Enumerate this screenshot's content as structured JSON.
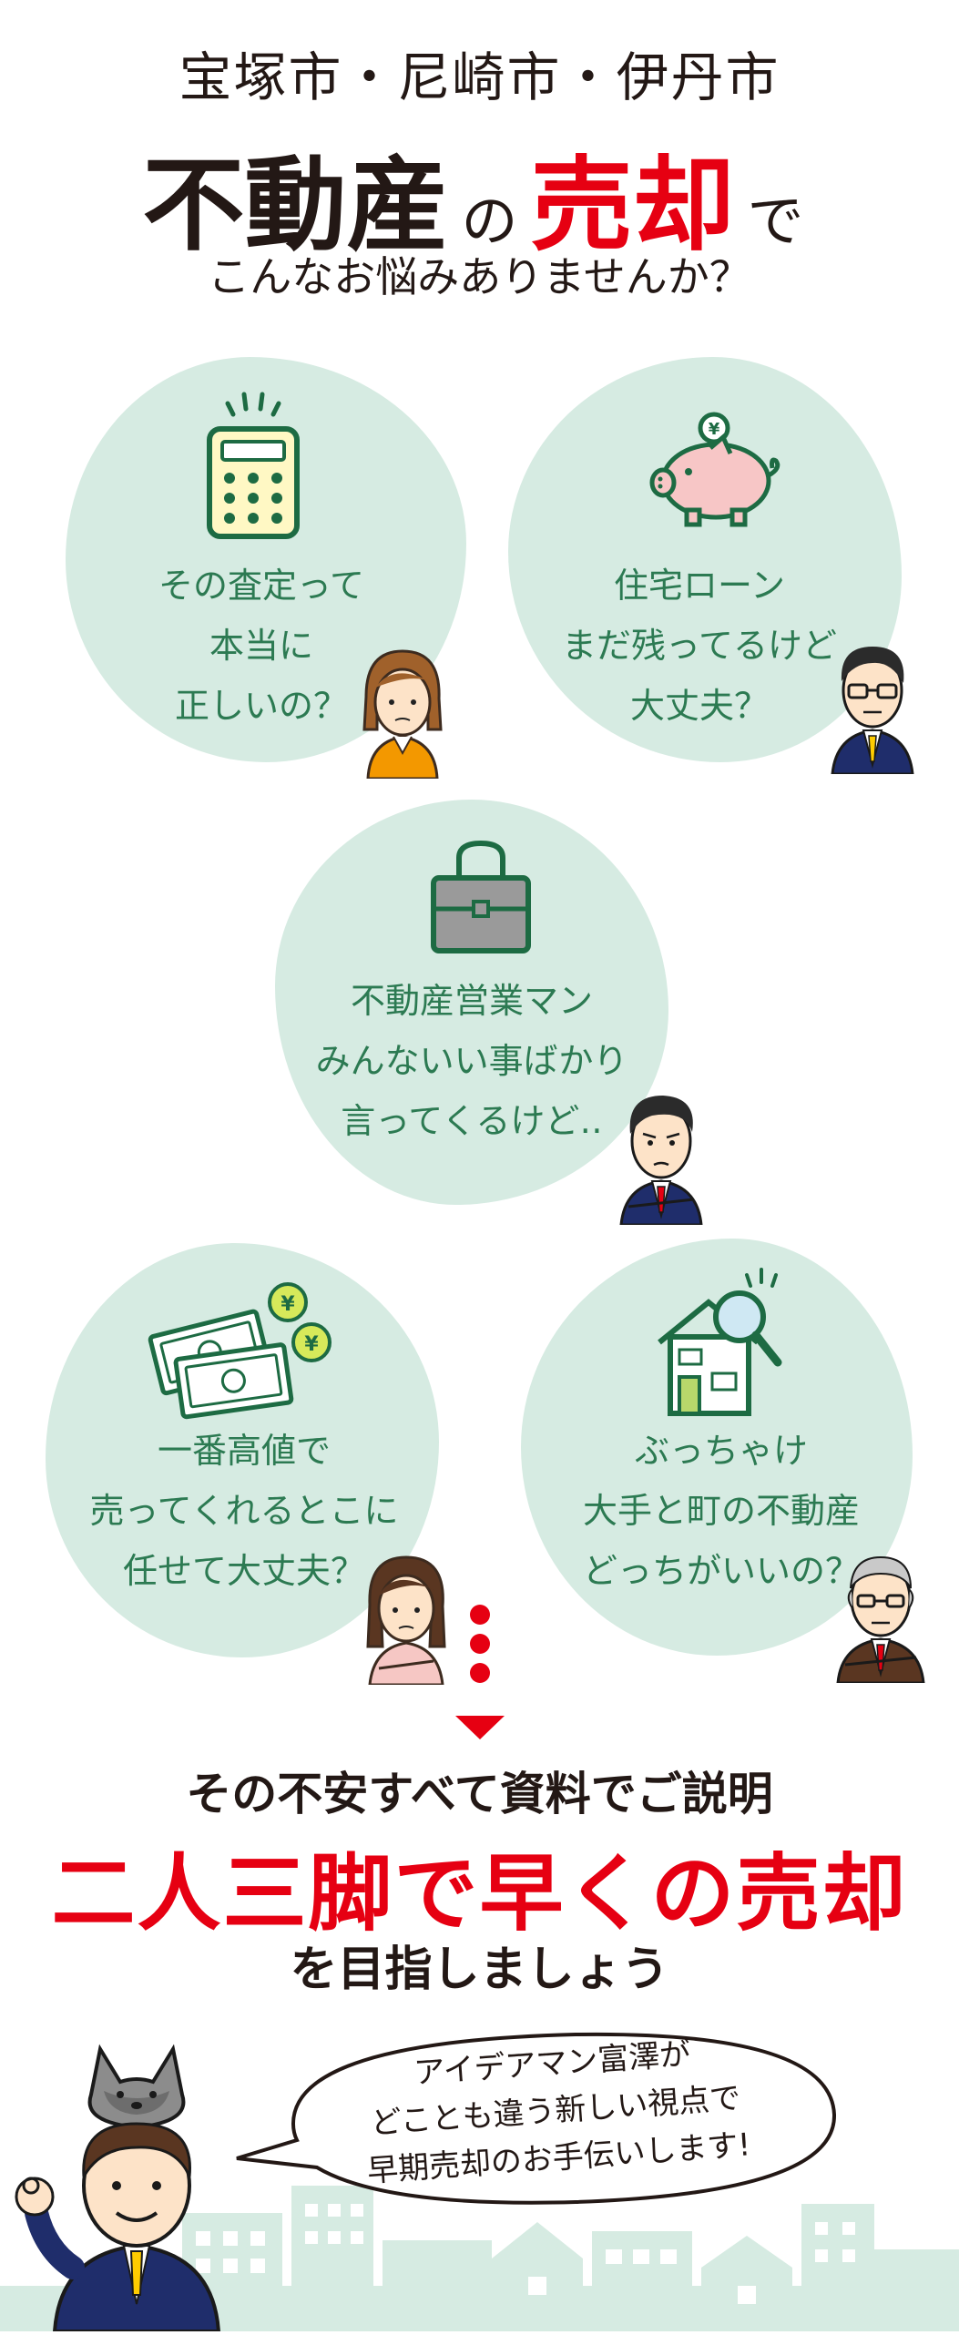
{
  "header": {
    "cities": "宝塚市・尼崎市・伊丹市",
    "headline_a": "不動産",
    "headline_b": "の",
    "headline_c": "売却",
    "headline_d": "で",
    "subhead": "こんなお悩みありませんか？"
  },
  "worries": [
    {
      "lines": [
        "その査定って",
        "本当に",
        "正しいの？"
      ],
      "icon": "calculator-icon"
    },
    {
      "lines": [
        "住宅ローン",
        "まだ残ってるけど",
        "大丈夫？"
      ],
      "icon": "piggy-bank-icon"
    },
    {
      "lines": [
        "不動産営業マン",
        "みんないい事ばかり",
        "言ってくるけど‥"
      ],
      "icon": "briefcase-icon"
    },
    {
      "lines": [
        "一番高値で",
        "売ってくれるとこに",
        "任せて大丈夫？"
      ],
      "icon": "money-icon"
    },
    {
      "lines": [
        "ぶっちゃけ",
        "大手と町の不動産",
        "どっちがいいの？"
      ],
      "icon": "house-search-icon"
    }
  ],
  "conclusion": {
    "line1": "その不安すべて資料でご説明",
    "line2": "二人三脚で早くの売却",
    "line3": "を目指しましょう"
  },
  "speech": {
    "lines": [
      "アイデアマン富澤が",
      "どことも違う新しい視点で",
      "早期売却のお手伝いします!"
    ]
  },
  "colors": {
    "accent_red": "#e60012",
    "bubble_green": "#d6ebe2",
    "text_green": "#2c7a52"
  }
}
